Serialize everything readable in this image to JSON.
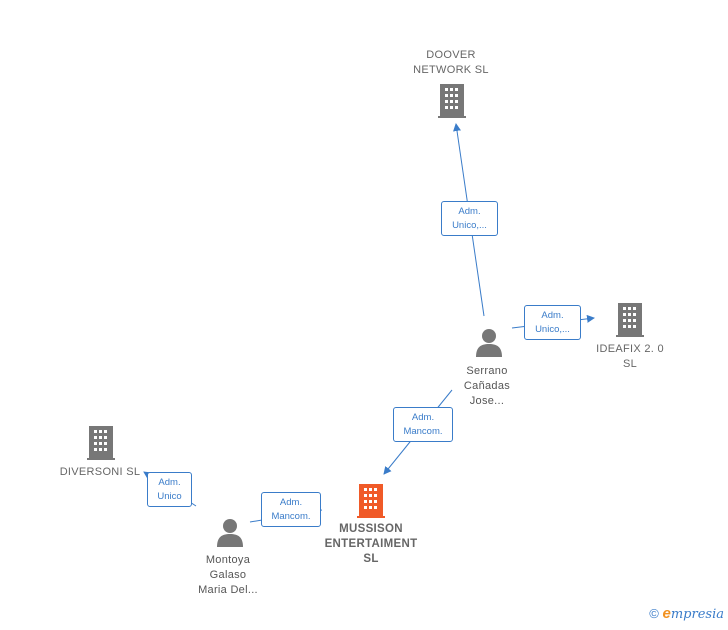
{
  "colors": {
    "company": "#777777",
    "company_main": "#f05a28",
    "person": "#777777",
    "edge": "#3a7cc9"
  },
  "nodes": {
    "doover": {
      "label": "DOOVER\nNETWORK  SL",
      "icon": "building-icon"
    },
    "ideafix": {
      "label": "IDEAFIX 2. 0\nSL",
      "icon": "building-icon"
    },
    "diversoni": {
      "label": "DIVERSONI  SL",
      "icon": "building-icon"
    },
    "mussison": {
      "label": "MUSSISON\nENTERTAIMENT\nSL",
      "icon": "building-icon"
    },
    "serrano": {
      "label": "Serrano\nCañadas\nJose...",
      "icon": "person-icon"
    },
    "montoya": {
      "label": "Montoya\nGalaso\nMaria Del...",
      "icon": "person-icon"
    }
  },
  "edges": {
    "serrano_doover": "Adm.\nUnico,...",
    "serrano_ideafix": "Adm.\nUnico,...",
    "serrano_mussison": "Adm.\nMancom.",
    "montoya_diversoni": "Adm.\nUnico",
    "montoya_mussison": "Adm.\nMancom."
  },
  "footer": {
    "copyright": "©",
    "brand_initial": "e",
    "brand_rest": "mpresia"
  }
}
